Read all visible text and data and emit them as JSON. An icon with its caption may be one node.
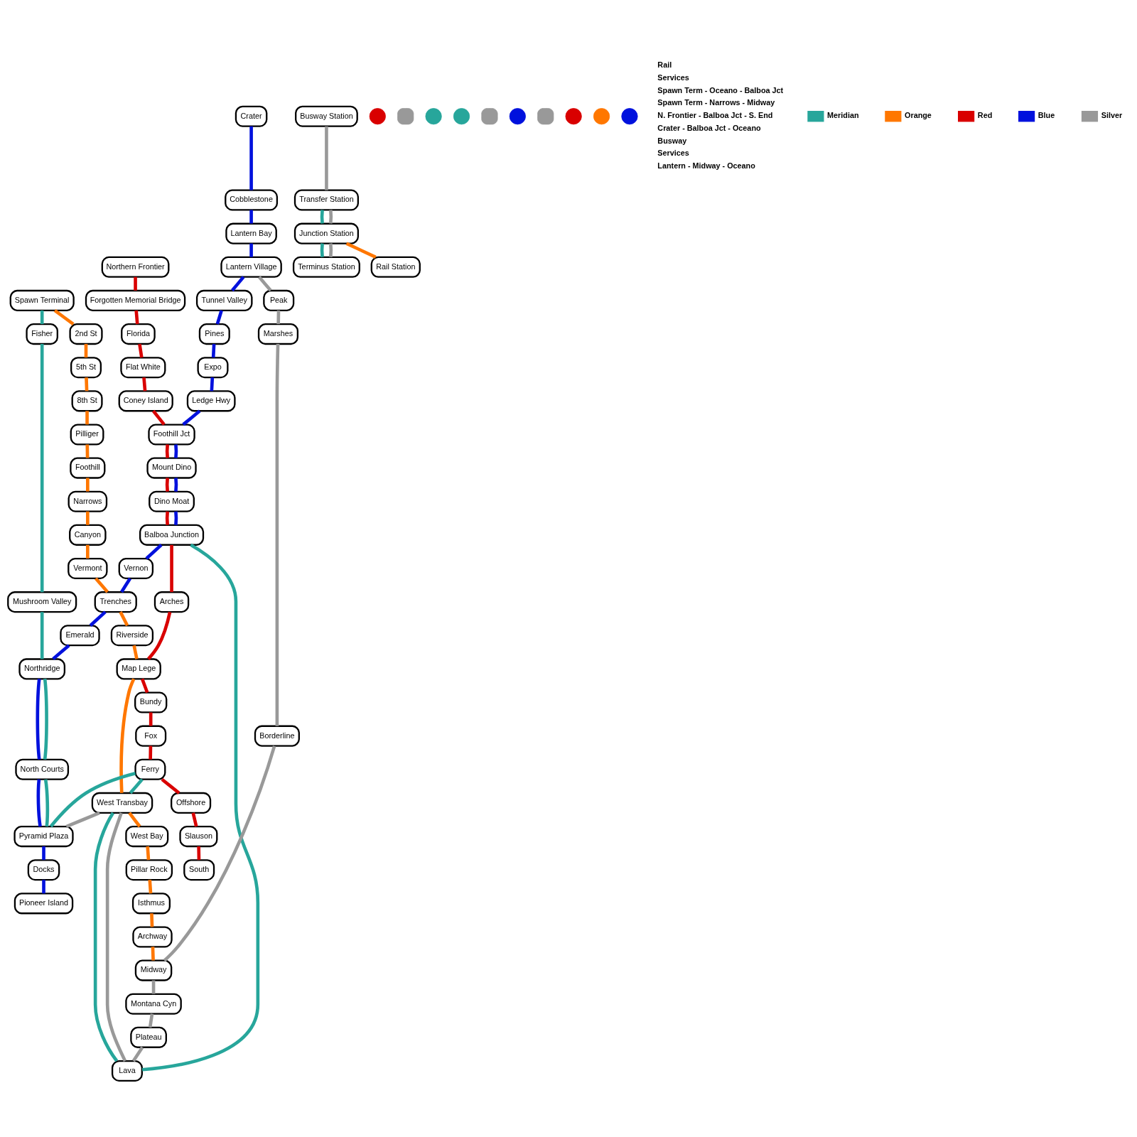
{
  "diagram": {
    "nodes": [
      {
        "text": [
          "Northern Frontier"
        ]
      },
      {
        "text": [
          "Forgotten Memorial Bridge"
        ]
      },
      {
        "text": [
          "Florida"
        ]
      },
      {
        "text": [
          "Flat White"
        ]
      },
      {
        "text": [
          "Coney Island"
        ]
      },
      {
        "text": [
          "Foothill Jct"
        ]
      },
      {
        "text": [
          "Mount Dino"
        ]
      },
      {
        "text": [
          "Dino Moat"
        ]
      },
      {
        "text": [
          "Balboa Junction"
        ]
      },
      {
        "text": [
          "Arches"
        ]
      },
      {
        "text": [
          "Map Lege"
        ]
      },
      {
        "text": [
          "Bundy"
        ]
      },
      {
        "text": [
          "Fox"
        ]
      },
      {
        "text": [
          "Ferry"
        ]
      },
      {
        "text": [
          "Offshore"
        ]
      },
      {
        "text": [
          "Slauson"
        ]
      },
      {
        "text": [
          "South"
        ]
      },
      {
        "text": [
          "Crater"
        ]
      },
      {
        "text": [
          "Cobblestone"
        ]
      },
      {
        "text": [
          "Lantern Bay"
        ]
      },
      {
        "text": [
          "Lantern Village"
        ]
      },
      {
        "text": [
          "Tunnel Valley"
        ]
      },
      {
        "text": [
          "Pines"
        ]
      },
      {
        "text": [
          "Expo"
        ]
      },
      {
        "text": [
          "Ledge Hwy"
        ]
      },
      {
        "text": [
          "Vernon"
        ]
      },
      {
        "text": [
          "Trenches"
        ]
      },
      {
        "text": [
          "Emerald"
        ]
      },
      {
        "text": [
          "Northridge"
        ]
      },
      {
        "text": [
          "North Courts"
        ]
      },
      {
        "text": [
          "Pyramid Plaza"
        ]
      },
      {
        "text": [
          "Docks"
        ]
      },
      {
        "text": [
          "Pioneer Island"
        ]
      },
      {
        "text": [
          "Spawn Terminal"
        ]
      },
      {
        "text": [
          "2nd St"
        ]
      },
      {
        "text": [
          "5th St"
        ]
      },
      {
        "text": [
          "8th St"
        ]
      },
      {
        "text": [
          "Pilliger"
        ]
      },
      {
        "text": [
          "Foothill"
        ]
      },
      {
        "text": [
          "Narrows"
        ]
      },
      {
        "text": [
          "Canyon"
        ]
      },
      {
        "text": [
          "Vermont"
        ]
      },
      {
        "text": [
          "Riverside"
        ]
      },
      {
        "text": [
          "West Transbay"
        ]
      },
      {
        "text": [
          "West Bay"
        ]
      },
      {
        "text": [
          "Pillar Rock"
        ]
      },
      {
        "text": [
          "Isthmus"
        ]
      },
      {
        "text": [
          "Archway"
        ]
      },
      {
        "text": [
          "Midway"
        ]
      },
      {
        "text": [
          "Fisher"
        ]
      },
      {
        "text": [
          "Mushroom Valley"
        ]
      },
      {
        "text": [
          "Lava"
        ]
      },
      {
        "text": [
          "Peak"
        ]
      },
      {
        "text": [
          "Marshes"
        ]
      },
      {
        "text": [
          "Borderline"
        ]
      },
      {
        "text": [
          "Montana Cyn"
        ]
      },
      {
        "text": [
          "Plateau"
        ]
      },
      {
        "text": [
          "Transfer Station"
        ]
      },
      {
        "text": [
          "Junction Station"
        ]
      },
      {
        "text": [
          "Terminus Station"
        ]
      },
      {
        "text": [
          "Busway Station"
        ]
      },
      {
        "text": [
          "Rail Station"
        ]
      },
      {
        "text": [],
        "shape": "circle"
      },
      {
        "text": [],
        "shape": "box"
      },
      {
        "text": [],
        "shape": "circle"
      },
      {
        "text": [],
        "shape": "circle"
      },
      {
        "text": [],
        "shape": "box"
      },
      {
        "text": [],
        "shape": "circle"
      },
      {
        "text": [],
        "shape": "box"
      },
      {
        "text": [],
        "shape": "circle"
      },
      {
        "text": [],
        "shape": "circle"
      },
      {
        "text": [],
        "shape": "circle"
      }
    ],
    "edges": [
      {
        "from": 0,
        "to": 1,
        "arrow": "none",
        "color": "#d90000"
      },
      {
        "from": 1,
        "to": 2,
        "arrow": "none",
        "color": "#d90000"
      },
      {
        "from": 2,
        "to": 3,
        "arrow": "none",
        "color": "#d90000"
      },
      {
        "from": 3,
        "to": 4,
        "arrow": "none",
        "color": "#d90000"
      },
      {
        "from": 4,
        "to": 5,
        "arrow": "none",
        "color": "#d90000"
      },
      {
        "from": 5,
        "to": 6,
        "arrow": "none",
        "color": "#d90000"
      },
      {
        "from": 6,
        "to": 7,
        "arrow": "none",
        "color": "#d90000"
      },
      {
        "from": 7,
        "to": 8,
        "arrow": "none",
        "color": "#d90000"
      },
      {
        "from": 8,
        "to": 9,
        "arrow": "none",
        "color": "#d90000"
      },
      {
        "from": 9,
        "to": 10,
        "arrow": "none",
        "color": "#d90000"
      },
      {
        "from": 10,
        "to": 11,
        "arrow": "none",
        "color": "#d90000"
      },
      {
        "from": 11,
        "to": 12,
        "arrow": "none",
        "color": "#d90000"
      },
      {
        "from": 12,
        "to": 13,
        "arrow": "none",
        "color": "#d90000"
      },
      {
        "from": 13,
        "to": 14,
        "arrow": "none",
        "color": "#d90000"
      },
      {
        "from": 14,
        "to": 15,
        "arrow": "none",
        "color": "#d90000"
      },
      {
        "from": 15,
        "to": 16,
        "arrow": "none",
        "color": "#d90000"
      },
      {
        "from": 17,
        "to": 18,
        "arrow": "none",
        "color": "#0011dd"
      },
      {
        "from": 18,
        "to": 19,
        "arrow": "none",
        "color": "#0011dd"
      },
      {
        "from": 19,
        "to": 20,
        "arrow": "none",
        "color": "#0011dd"
      },
      {
        "from": 20,
        "to": 21,
        "arrow": "none",
        "color": "#0011dd"
      },
      {
        "from": 21,
        "to": 22,
        "arrow": "none",
        "color": "#0011dd"
      },
      {
        "from": 22,
        "to": 23,
        "arrow": "none",
        "color": "#0011dd"
      },
      {
        "from": 23,
        "to": 24,
        "arrow": "none",
        "color": "#0011dd"
      },
      {
        "from": 24,
        "to": 5,
        "arrow": "none",
        "color": "#0011dd"
      },
      {
        "from": 5,
        "to": 6,
        "arrow": "none",
        "color": "#0011dd"
      },
      {
        "from": 6,
        "to": 7,
        "arrow": "none",
        "color": "#0011dd"
      },
      {
        "from": 7,
        "to": 8,
        "arrow": "none",
        "color": "#0011dd"
      },
      {
        "from": 8,
        "to": 25,
        "arrow": "none",
        "color": "#0011dd"
      },
      {
        "from": 25,
        "to": 26,
        "arrow": "none",
        "color": "#0011dd"
      },
      {
        "from": 26,
        "to": 27,
        "arrow": "none",
        "color": "#0011dd"
      },
      {
        "from": 27,
        "to": 28,
        "arrow": "none",
        "color": "#0011dd"
      },
      {
        "from": 28,
        "to": 29,
        "arrow": "none",
        "color": "#0011dd"
      },
      {
        "from": 29,
        "to": 30,
        "arrow": "none",
        "color": "#0011dd"
      },
      {
        "from": 30,
        "to": 31,
        "arrow": "none",
        "color": "#0011dd"
      },
      {
        "from": 31,
        "to": 32,
        "arrow": "none",
        "color": "#0011dd"
      },
      {
        "from": 33,
        "to": 34,
        "arrow": "none",
        "color": "#ff7700"
      },
      {
        "from": 34,
        "to": 35,
        "arrow": "none",
        "color": "#ff7700"
      },
      {
        "from": 35,
        "to": 36,
        "arrow": "none",
        "color": "#ff7700"
      },
      {
        "from": 36,
        "to": 37,
        "arrow": "none",
        "color": "#ff7700"
      },
      {
        "from": 37,
        "to": 38,
        "arrow": "none",
        "color": "#ff7700"
      },
      {
        "from": 38,
        "to": 39,
        "arrow": "none",
        "color": "#ff7700"
      },
      {
        "from": 39,
        "to": 40,
        "arrow": "none",
        "color": "#ff7700"
      },
      {
        "from": 40,
        "to": 41,
        "arrow": "none",
        "color": "#ff7700"
      },
      {
        "from": 41,
        "to": 26,
        "arrow": "none",
        "color": "#ff7700"
      },
      {
        "from": 26,
        "to": 42,
        "arrow": "none",
        "color": "#ff7700"
      },
      {
        "from": 42,
        "to": 10,
        "arrow": "none",
        "color": "#ff7700"
      },
      {
        "from": 10,
        "to": 43,
        "arrow": "none",
        "color": "#ff7700"
      },
      {
        "from": 43,
        "to": 44,
        "arrow": "none",
        "color": "#ff7700"
      },
      {
        "from": 44,
        "to": 45,
        "arrow": "none",
        "color": "#ff7700"
      },
      {
        "from": 45,
        "to": 46,
        "arrow": "none",
        "color": "#ff7700"
      },
      {
        "from": 46,
        "to": 47,
        "arrow": "none",
        "color": "#ff7700"
      },
      {
        "from": 47,
        "to": 48,
        "arrow": "none",
        "color": "#ff7700"
      },
      {
        "from": 58,
        "to": 61,
        "arrow": "none",
        "color": "#ff7700"
      },
      {
        "from": 33,
        "to": 49,
        "arrow": "none",
        "color": "#27a69b"
      },
      {
        "from": 49,
        "to": 50,
        "arrow": "none",
        "color": "#27a69b"
      },
      {
        "from": 50,
        "to": 28,
        "arrow": "none",
        "color": "#27a69b"
      },
      {
        "from": 28,
        "to": 29,
        "arrow": "none",
        "color": "#27a69b"
      },
      {
        "from": 29,
        "to": 30,
        "arrow": "none",
        "color": "#27a69b"
      },
      {
        "from": 30,
        "to": 13,
        "arrow": "none",
        "color": "#27a69b"
      },
      {
        "from": 13,
        "to": 43,
        "arrow": "none",
        "color": "#27a69b"
      },
      {
        "from": 43,
        "to": 51,
        "arrow": "none",
        "color": "#27a69b"
      },
      {
        "from": 51,
        "to": 8,
        "arrow": "none",
        "color": "#27a69b"
      },
      {
        "from": 57,
        "to": 58,
        "arrow": "none",
        "color": "#27a69b"
      },
      {
        "from": 58,
        "to": 59,
        "arrow": "none",
        "color": "#27a69b"
      },
      {
        "from": 20,
        "to": 52,
        "arrow": "none",
        "color": "#999999"
      },
      {
        "from": 52,
        "to": 53,
        "arrow": "none",
        "color": "#999999"
      },
      {
        "from": 53,
        "to": 54,
        "arrow": "none",
        "color": "#999999"
      },
      {
        "from": 54,
        "to": 48,
        "arrow": "none",
        "color": "#999999"
      },
      {
        "from": 48,
        "to": 55,
        "arrow": "none",
        "color": "#999999"
      },
      {
        "from": 55,
        "to": 56,
        "arrow": "none",
        "color": "#999999"
      },
      {
        "from": 56,
        "to": 51,
        "arrow": "none",
        "color": "#999999"
      },
      {
        "from": 51,
        "to": 43,
        "arrow": "none",
        "color": "#999999"
      },
      {
        "from": 43,
        "to": 30,
        "arrow": "none",
        "color": "#999999"
      },
      {
        "from": 60,
        "to": 57,
        "arrow": "none",
        "color": "#999999"
      },
      {
        "from": 57,
        "to": 58,
        "arrow": "none",
        "color": "#999999"
      },
      {
        "from": 58,
        "to": 59,
        "arrow": "none",
        "color": "#999999"
      }
    ],
    "labels": [
      "Rail",
      "Services",
      "Spawn Term - Oceano - Balboa Jct",
      "Spawn Term - Narrows - Midway",
      "N. Frontier - Balboa Jct - S. End",
      "Crater - Balboa Jct - Oceano",
      "Busway",
      "Services",
      "Lantern - Midway - Oceano"
    ],
    "legend": [
      {
        "text": "Meridian",
        "color": "#27a69b"
      },
      {
        "text": "Orange",
        "color": "#ff7700"
      },
      {
        "text": "Red",
        "color": "#d90000"
      },
      {
        "text": "Blue",
        "color": "#0011dd"
      },
      {
        "text": "Silver",
        "color": "#999999"
      }
    ]
  }
}
